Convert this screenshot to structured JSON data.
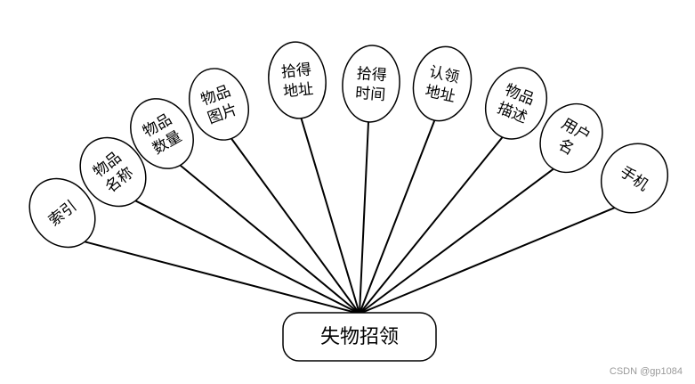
{
  "entity": {
    "label": "失物招领"
  },
  "attributes": [
    {
      "id": "index",
      "lines": [
        "索引"
      ]
    },
    {
      "id": "item-name",
      "lines": [
        "物品",
        "名称"
      ]
    },
    {
      "id": "item-quantity",
      "lines": [
        "物品",
        "数量"
      ]
    },
    {
      "id": "item-picture",
      "lines": [
        "物品",
        "图片"
      ]
    },
    {
      "id": "found-location",
      "lines": [
        "拾得",
        "地址"
      ]
    },
    {
      "id": "found-time",
      "lines": [
        "拾得",
        "时间"
      ]
    },
    {
      "id": "claim-location",
      "lines": [
        "认领",
        "地址"
      ]
    },
    {
      "id": "item-description",
      "lines": [
        "物品",
        "描述"
      ]
    },
    {
      "id": "username",
      "lines": [
        "用户",
        "名"
      ]
    },
    {
      "id": "phone",
      "lines": [
        "手机"
      ]
    }
  ],
  "watermark": "CSDN @gp1084"
}
